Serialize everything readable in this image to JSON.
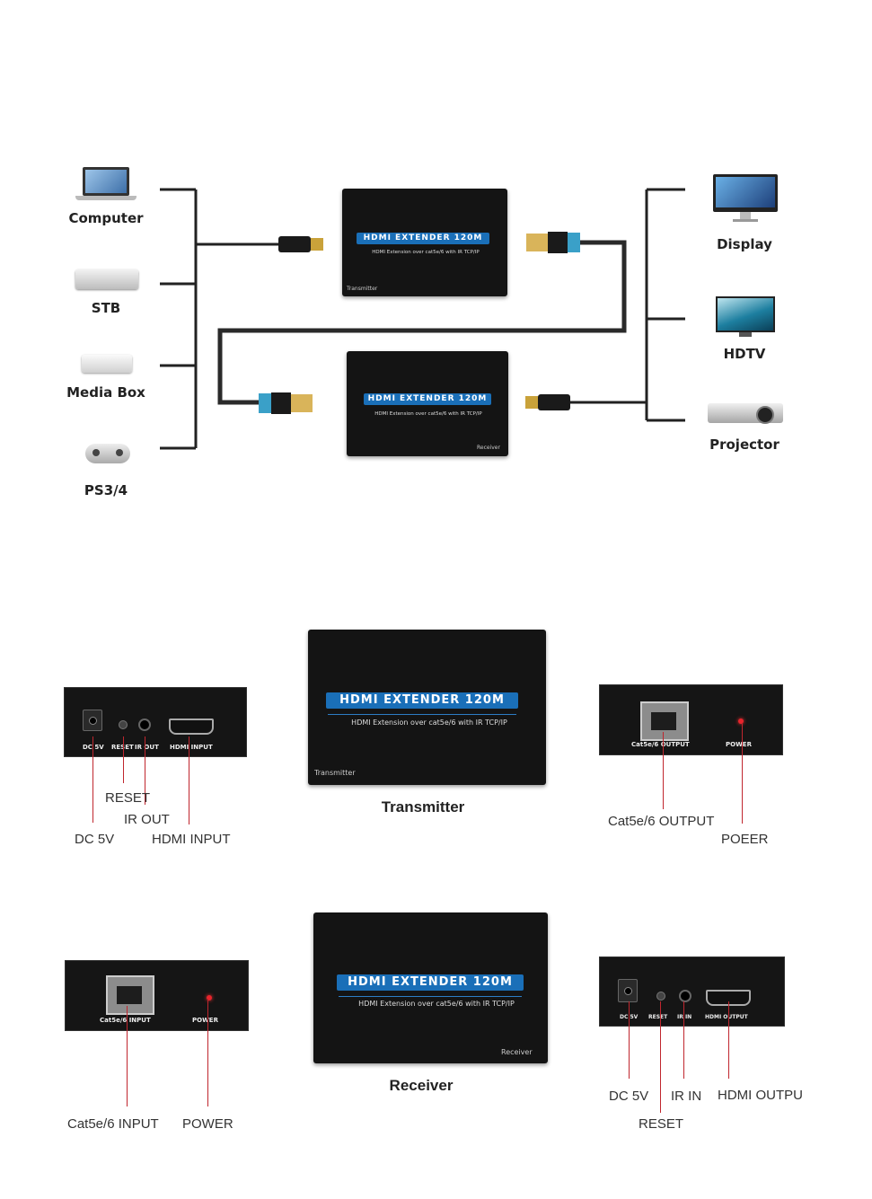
{
  "sources": [
    {
      "label": "Computer",
      "icon": "laptop-icon"
    },
    {
      "label": "STB",
      "icon": "set-top-box-icon"
    },
    {
      "label": "Media Box",
      "icon": "media-box-icon"
    },
    {
      "label": "PS3/4",
      "icon": "gamepad-icon"
    }
  ],
  "destinations": [
    {
      "label": "Display",
      "icon": "monitor-icon"
    },
    {
      "label": "HDTV",
      "icon": "tv-icon"
    },
    {
      "label": "Projector",
      "icon": "projector-icon"
    }
  ],
  "transmitter": {
    "badge": "HDMI EXTENDER 120M",
    "subtitle": "HDMI Extension over cat5e/6 with IR TCP/IP",
    "corner": "Transmitter",
    "caption": "Transmitter",
    "rear_labels": {
      "dc": "DC 5V",
      "reset": "RESET",
      "irout": "IR OUT",
      "hdmi": "HDMI INPUT"
    },
    "callouts": {
      "reset": "RESET",
      "irout": "IR OUT",
      "dc": "DC 5V",
      "hdmi": "HDMI INPUT"
    },
    "front_labels": {
      "cat": "Cat5e/6 OUTPUT",
      "power": "POWER"
    },
    "front_callouts": {
      "cat": "Cat5e/6 OUTPUT",
      "power": "POEER"
    }
  },
  "receiver": {
    "badge": "HDMI EXTENDER 120M",
    "subtitle": "HDMI Extension over cat5e/6 with IR TCP/IP",
    "corner": "Receiver",
    "caption": "Receiver",
    "front_labels": {
      "cat": "Cat5e/6 INPUT",
      "power": "POWER"
    },
    "front_callouts": {
      "cat": "Cat5e/6 INPUT",
      "power": "POWER"
    },
    "rear_labels": {
      "dc": "DC 5V",
      "reset": "RESET",
      "irin": "IR IN",
      "hdmi": "HDMI OUTPUT"
    },
    "callouts": {
      "dc": "DC 5V",
      "irin": "IR IN",
      "hdmi": "HDMI OUTPU",
      "reset": "RESET"
    }
  }
}
